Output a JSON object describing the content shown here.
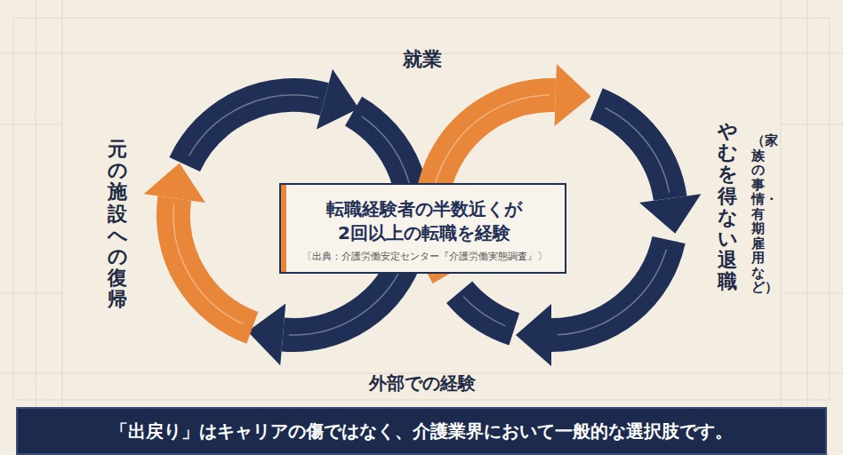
{
  "diagram": {
    "nodes": [
      {
        "text": [
          "転職経験者の半数近くが 2回以上の転職を経験",
          "〔出典：介護労働安定センター『介護労働実態調査』〕"
        ]
      },
      {
        "text": [
          "「出戻り」はキャリアの傷ではなく、介護業界において一般的な選択肢です。"
        ]
      }
    ],
    "labels": [
      "就業",
      "やむを得ない退職",
      "（家族の事情・有期雇用など）",
      "外部での経験",
      "元の施設への復帰"
    ]
  }
}
